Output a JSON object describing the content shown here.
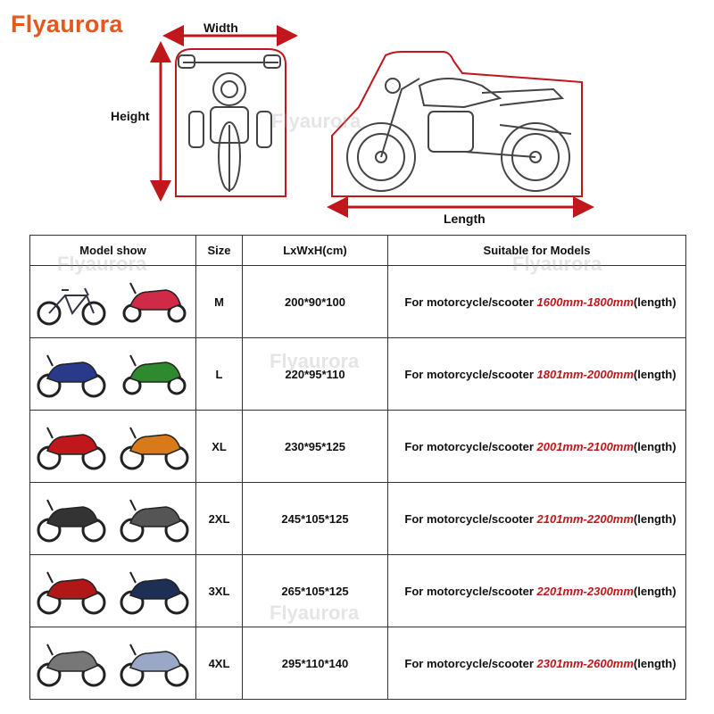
{
  "brand": "Flyaurora",
  "diagram": {
    "width_label": "Width",
    "height_label": "Height",
    "length_label": "Length",
    "accent_color": "#c0171c"
  },
  "watermark": "Flyaurora",
  "table": {
    "headers": [
      "Model show",
      "Size",
      "LxWxH(cm)",
      "Suitable for Models"
    ],
    "rows": [
      {
        "size": "M",
        "dims": "200*90*100",
        "prefix": "For motorcycle/scooter ",
        "range": "1600mm-1800mm",
        "suffix": "(length)",
        "pics": [
          "bicycle-icon",
          "scooter-icon"
        ]
      },
      {
        "size": "L",
        "dims": "220*95*110",
        "prefix": "For motorcycle/scooter ",
        "range": "1801mm-2000mm",
        "suffix": "(length)",
        "pics": [
          "motorcycle-icon",
          "scooter-icon"
        ]
      },
      {
        "size": "XL",
        "dims": "230*95*125",
        "prefix": "For motorcycle/scooter ",
        "range": "2001mm-2100mm",
        "suffix": "(length)",
        "pics": [
          "sportbike-icon",
          "sportbike-icon"
        ]
      },
      {
        "size": "2XL",
        "dims": "245*105*125",
        "prefix": "For motorcycle/scooter ",
        "range": "2101mm-2200mm",
        "suffix": "(length)",
        "pics": [
          "dirtbike-icon",
          "motorcycle-icon"
        ]
      },
      {
        "size": "3XL",
        "dims": "265*105*125",
        "prefix": "For motorcycle/scooter ",
        "range": "2201mm-2300mm",
        "suffix": "(length)",
        "pics": [
          "touring-icon",
          "touring-icon"
        ]
      },
      {
        "size": "4XL",
        "dims": "295*110*140",
        "prefix": "For motorcycle/scooter ",
        "range": "2301mm-2600mm",
        "suffix": "(length)",
        "pics": [
          "cruiser-icon",
          "cruiser-icon"
        ]
      }
    ]
  }
}
